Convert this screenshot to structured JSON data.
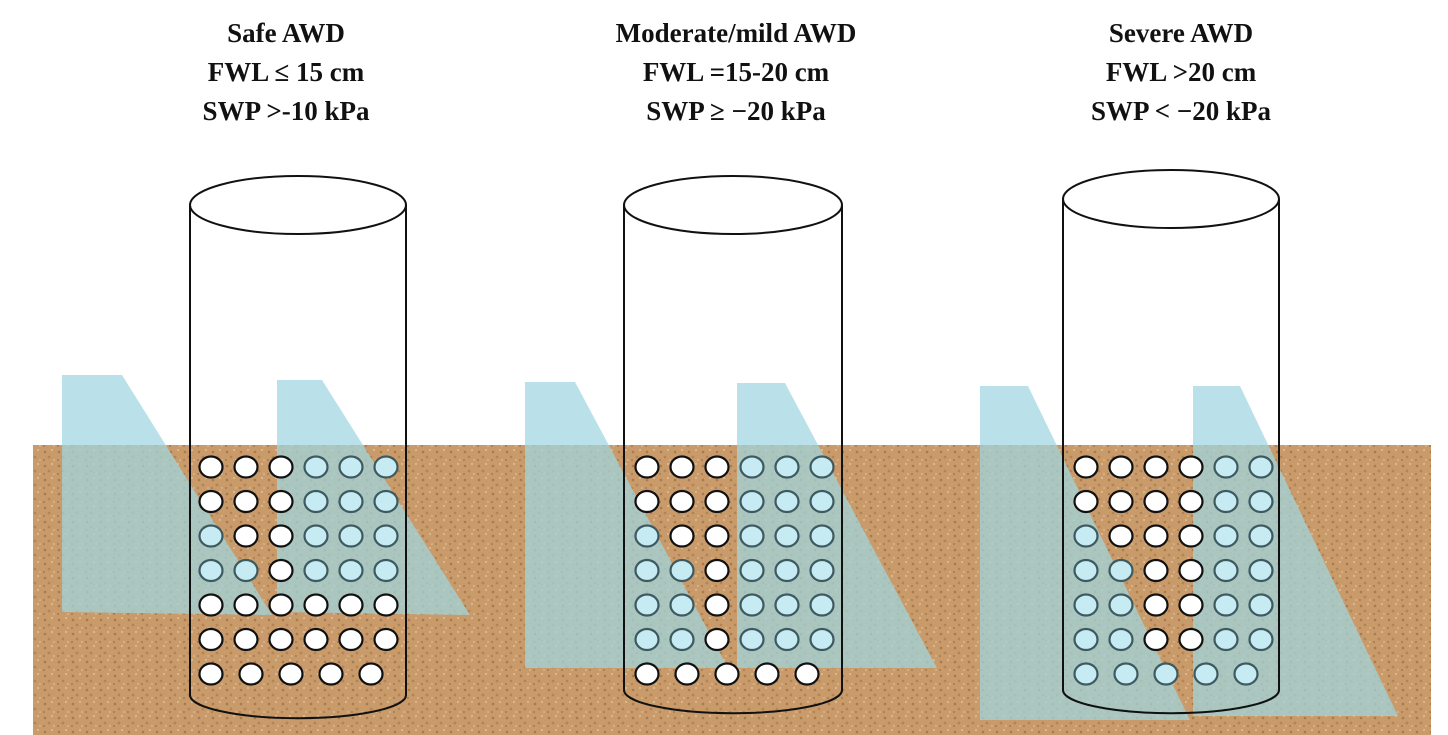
{
  "panels": [
    {
      "title": "Safe AWD",
      "fwl": "FWL ≤ 15 cm",
      "swp": "SWP >-10 kPa",
      "holes": [
        "WWWLLL",
        "WWWLLL",
        "LWWLLL",
        "LLWLLL",
        "WWWWWW",
        "WWWWWW",
        "WWWWW"
      ]
    },
    {
      "title": "Moderate/mild  AWD",
      "fwl": "FWL =15-20 cm",
      "swp": "SWP ≥ −20 kPa",
      "holes": [
        "WWWLLL",
        "WWWLLL",
        "LWWLLL",
        "LLWLLL",
        "LLWLLL",
        "LLWLLL",
        "WWWWW"
      ]
    },
    {
      "title": "Severe AWD",
      "fwl": "FWL >20 cm",
      "swp": "SWP < −20 kPa",
      "holes": [
        "WWWWLL",
        "WWWWLL",
        "LWWWLL",
        "LLWWLL",
        "LLWWLL",
        "LLWWLL",
        "LLLLL"
      ]
    }
  ],
  "colors": {
    "soil": "#c99a6a",
    "water": "#9fd6e0",
    "hole_open": "#ffffff",
    "hole_filled": "#c7ebf3"
  }
}
